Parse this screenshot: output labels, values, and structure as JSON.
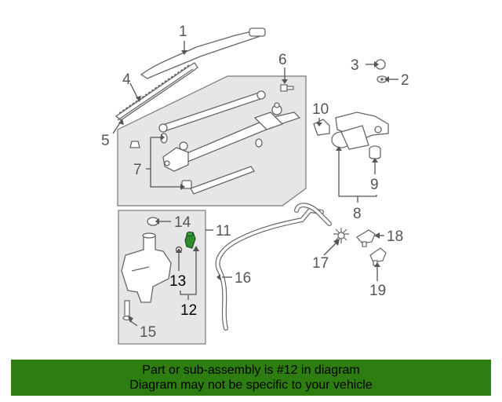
{
  "callouts": {
    "c1": "1",
    "c2": "2",
    "c3": "3",
    "c4": "4",
    "c5": "5",
    "c6": "6",
    "c7": "7",
    "c8": "8",
    "c9": "9",
    "c10": "10",
    "c11": "11",
    "c12": "12",
    "c13": "13",
    "c14": "14",
    "c15": "15",
    "c16": "16",
    "c17": "17",
    "c18": "18",
    "c19": "19"
  },
  "banner": {
    "line1": "Part or sub-assembly is #12 in diagram",
    "line2": "Diagram may not be specific to your vehicle"
  },
  "colors": {
    "banner_bg": "#2e7d10",
    "highlight_part": "#2e8b2e",
    "panel_fill": "#e6e6e6",
    "line": "#555555"
  }
}
